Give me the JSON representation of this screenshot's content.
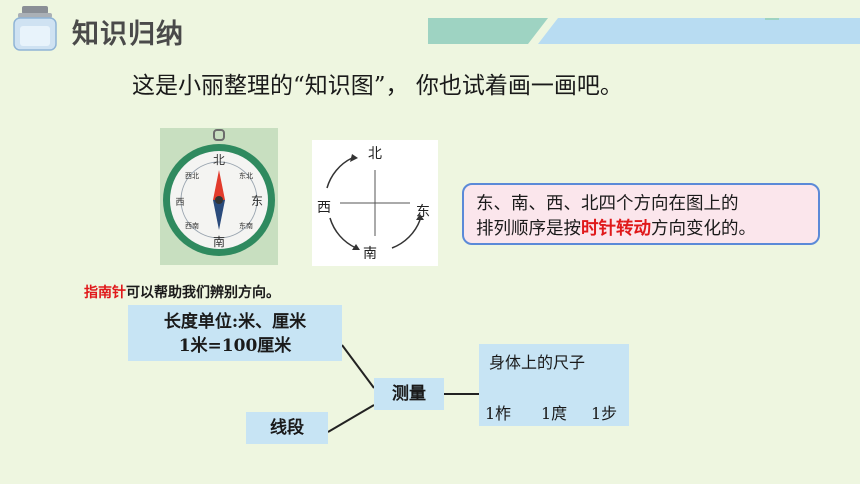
{
  "header": {
    "title": "知识归纳"
  },
  "subtitle": "这是小丽整理的“知识图”， 你也试着画一画吧。",
  "compass": {
    "labels": {
      "north": "北",
      "south": "南",
      "east": "东",
      "west": "西",
      "northeast": "东北",
      "northwest": "西北",
      "southeast": "东南",
      "southwest": "西南"
    }
  },
  "direction_diagram": {
    "north": "北",
    "south": "南",
    "east": "东",
    "west": "西"
  },
  "rule": {
    "line1": "东、南、西、北四个方向在图上的",
    "line2_prefix": "排列顺序是按",
    "line2_highlight": "时针转动",
    "line2_suffix": "方向变化的。"
  },
  "compass_note": {
    "highlight": "指南针",
    "rest": "可以帮助我们辨别方向。"
  },
  "concept_map": {
    "length_line1": "长度单位:米、厘米",
    "length_line2": "1米=100厘米",
    "measure": "测量",
    "segment": "线段",
    "body_ruler": "身体上的尺子",
    "units": [
      "1柞",
      "1庹",
      "1步"
    ]
  },
  "colors": {
    "accent_red": "#e0191b",
    "box_blue": "#c7e4f4",
    "rule_border": "#5b8ad8",
    "band_green": "#9ed3c2",
    "band_blue": "#b8dcf2"
  }
}
